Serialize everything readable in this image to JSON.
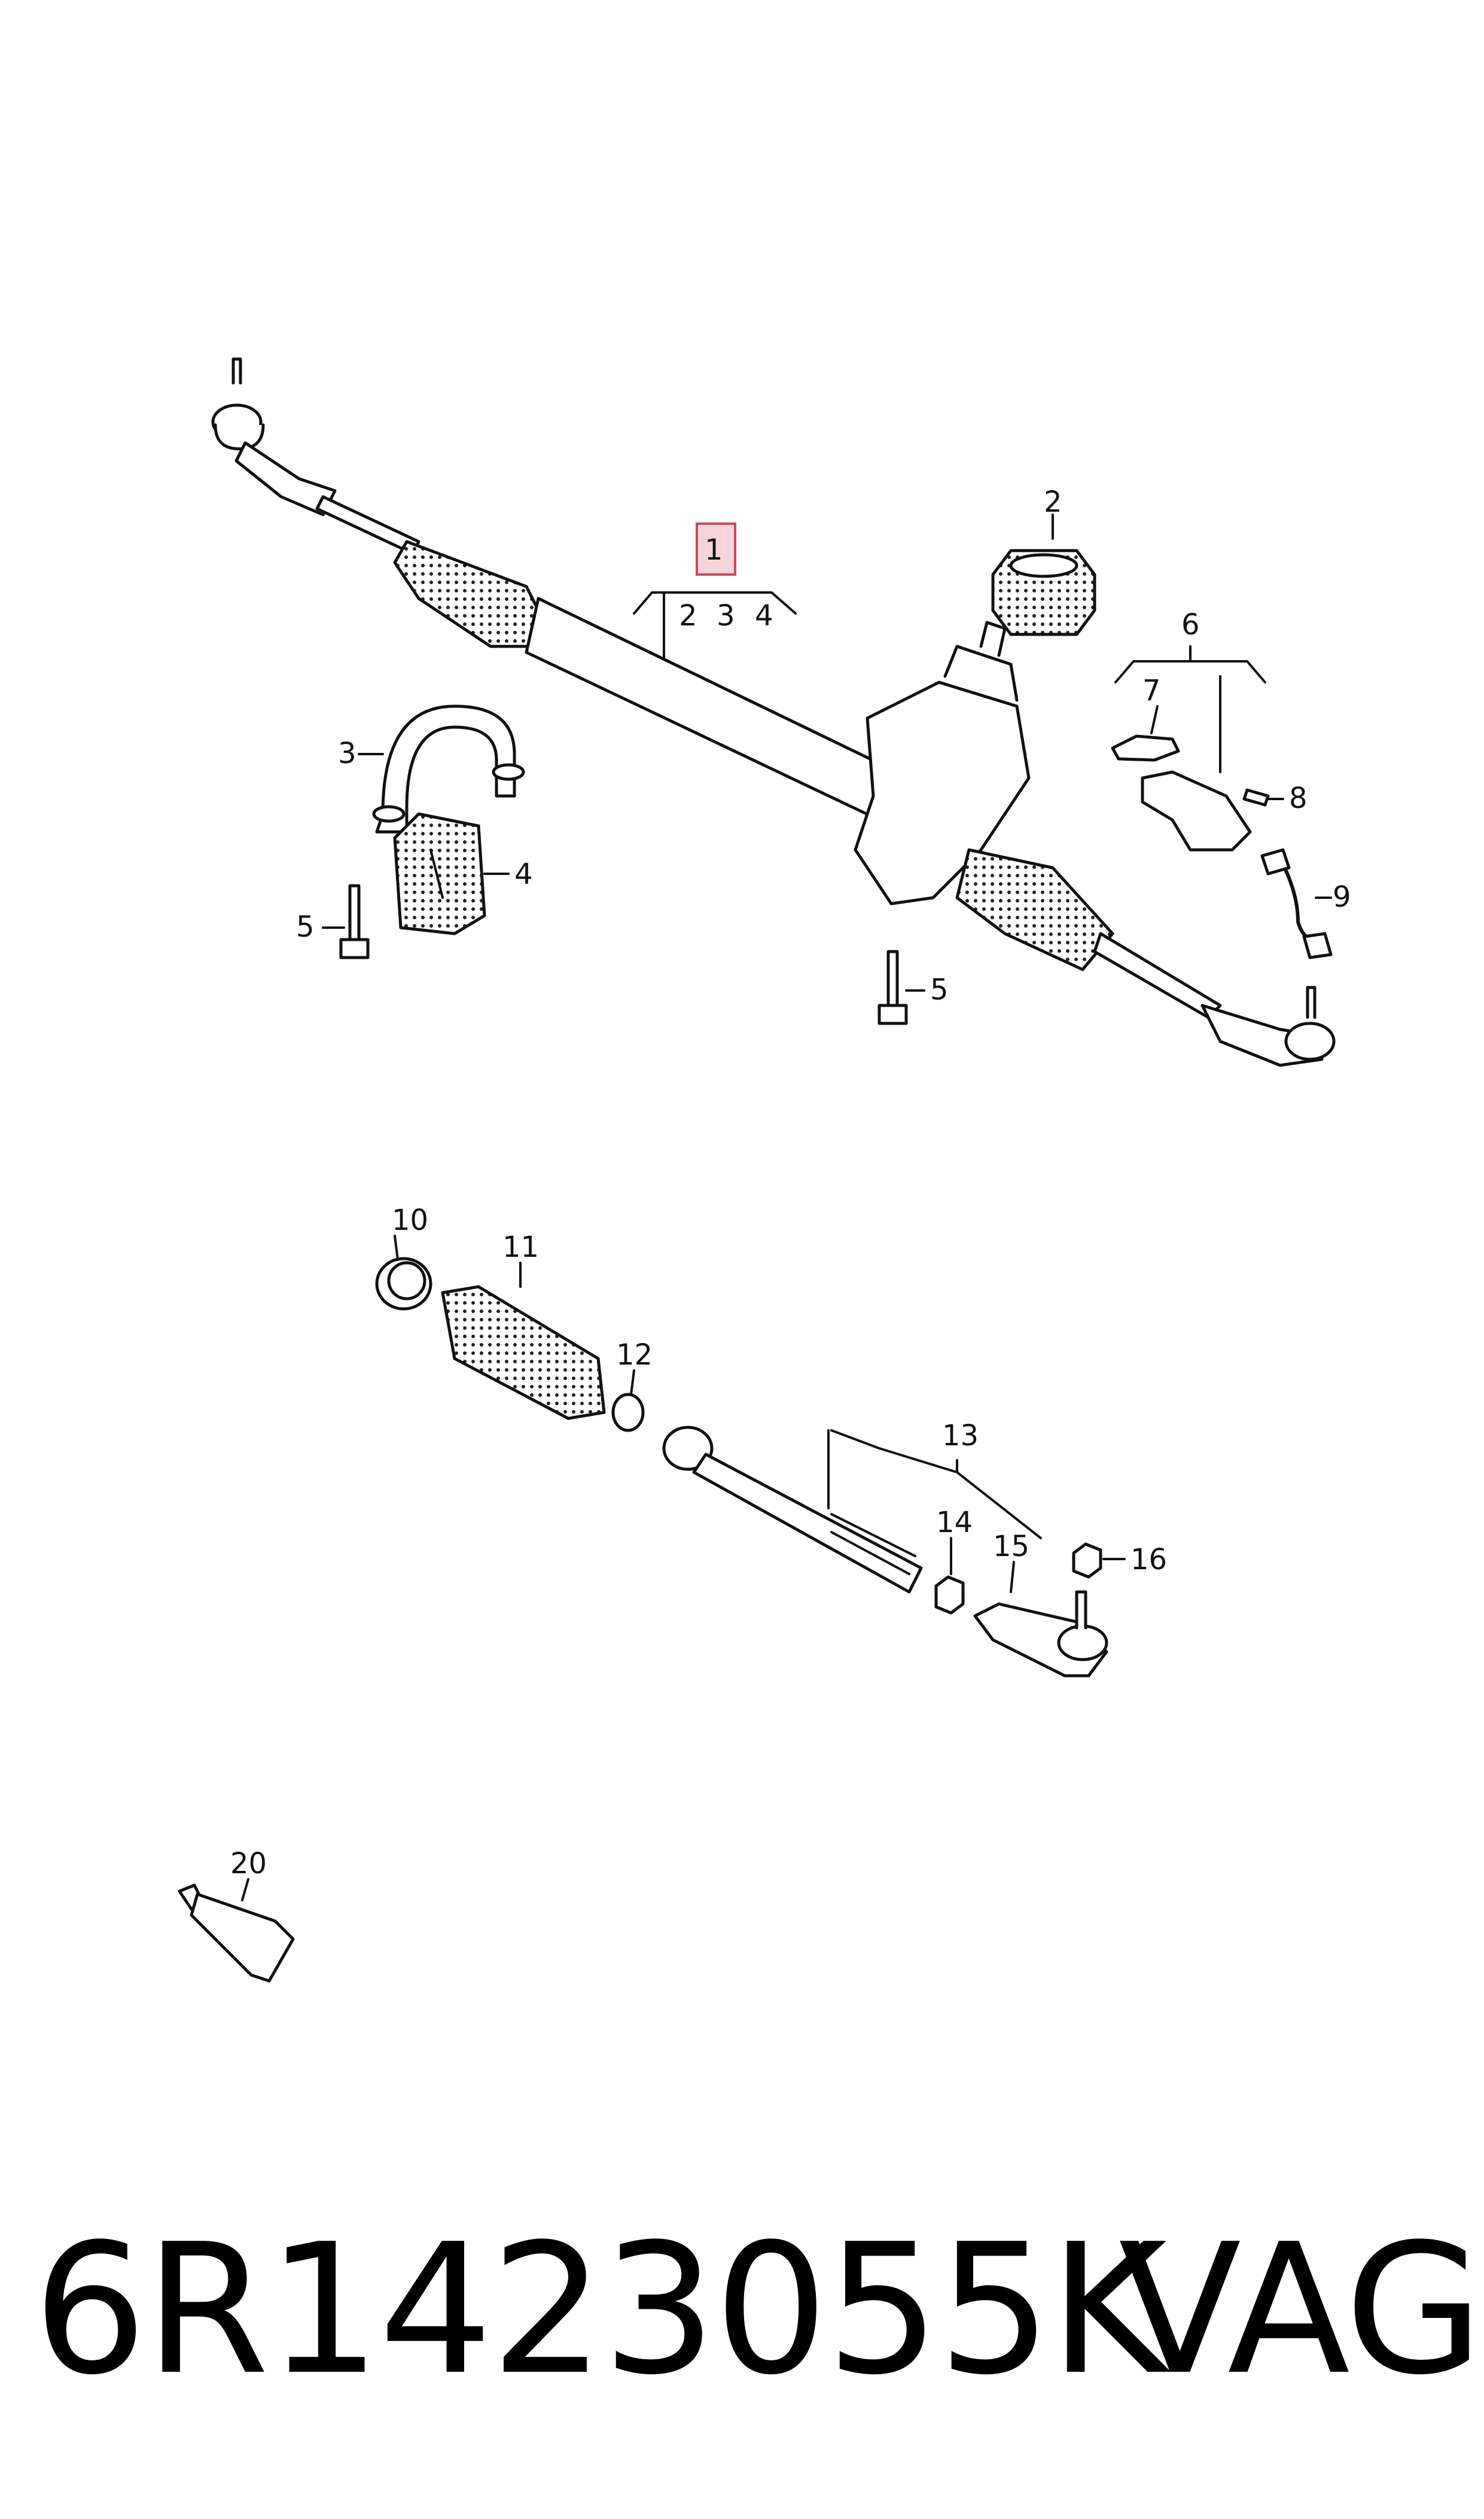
{
  "callouts": {
    "c1": "1",
    "c1_sub2": "2",
    "c1_sub3": "3",
    "c1_sub4": "4",
    "c2": "2",
    "c3": "3",
    "c4": "4",
    "c5a": "5",
    "c5b": "5",
    "c6": "6",
    "c7": "7",
    "c8": "8",
    "c9": "9",
    "c10": "10",
    "c11": "11",
    "c12": "12",
    "c13": "13",
    "c14": "14",
    "c15": "15",
    "c16": "16",
    "c20": "20"
  },
  "colors": {
    "highlight_fill": "#f6d5da",
    "highlight_stroke": "#c94a5c",
    "line": "#111111"
  },
  "footer": {
    "part_number": "6R1423055K",
    "brand": "VAG"
  }
}
